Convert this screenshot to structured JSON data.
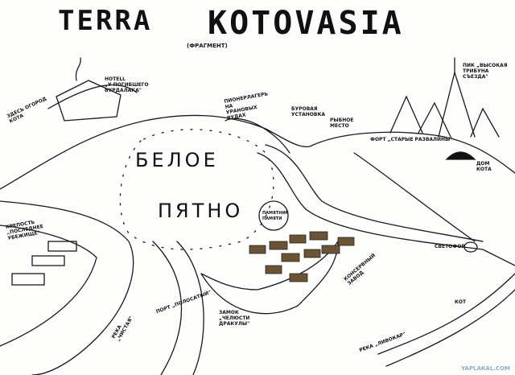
{
  "title": {
    "word1": "TERRA",
    "word2": "KOTOVASIA",
    "subtitle": "(ФРАГМЕНТ)"
  },
  "labels": {
    "hotel": "HOTELL\n„У ПОГИБШЕГО\nВУРДАЛАКА\"",
    "garden": "ЗДЕСЬ ОГОРОД\nКОТА",
    "camp": "ПИОНЕРЛАГЕРЬ\nНА\nУРАНОВЫХ\nРУДАХ",
    "drill": "БУРОВАЯ\nУСТАНОВКА",
    "fishing": "РЫБНОЕ\nМЕСТО",
    "fort": "ФОРТ „СТАРЫЕ РАЗВАЛИНЫ\"",
    "peak": "ПИК „ВЫСОКАЯ\nТРИБУНА\nСЪЕЗДА\"",
    "cat_house": "ДОМ\nКОТА",
    "white_1": "БЕЛОЕ",
    "white_2": "ПЯТНО",
    "fortress": "КРЕПОСТЬ\n„ПОСЛЕДНЕЕ\nУБЕЖИЩЕ\"",
    "monument": "ПАМЯТНИК\nПАМЯТИ",
    "cannery": "КОНСЕРВНЫЙ\nЗАВОД",
    "traffic_light": "СВЕТОФОР",
    "castle": "ЗАМОК\n„ЧЕЛЮСТИ\nДРАКУЛЫ\"",
    "port": "ПОРТ „ПОЛОСАТЫЙ\"",
    "river_clean": "РЕКА\n„ЧИСТАЯ\"",
    "river_2": "РЕКА „ЛИВОКАР\"",
    "cat": "КОТ"
  },
  "watermark": "YAPLAKAL.COM"
}
